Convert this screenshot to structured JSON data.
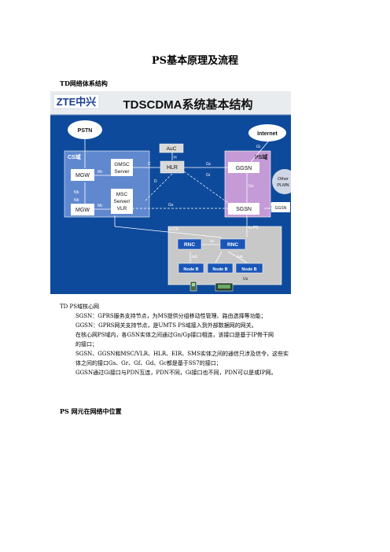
{
  "doc": {
    "title": "PS基本原理及流程",
    "section1": "TD网络体系结构",
    "section2": "PS 网元在网络中位置"
  },
  "figure": {
    "logo": "ZTE中兴",
    "title": "TDSCDMA系统基本结构",
    "nodes": {
      "pstn": "PSTN",
      "internet": "Internet",
      "cs_domain": "CS域",
      "ps_domain": "PS域",
      "gmsc_1": "GMSC",
      "gmsc_2": "Server",
      "mgw_top": "MGW",
      "mgw_bottom": "MGW",
      "msc_1": "MSC",
      "msc_2": "Server/",
      "msc_3": "VLR",
      "auc": "AuC",
      "hlr": "HLR",
      "ggsn": "GGSN",
      "sgsn": "SGSN",
      "other_1": "Other",
      "other_2": "PLMN",
      "ggsn_other": "GGSN",
      "rnc_left": "RNC",
      "rnc_right": "RNC",
      "nodeb_1": "Node B",
      "nodeb_2": "Node B",
      "nodeb_3": "Node B"
    },
    "interfaces": {
      "mc_top": "Mc",
      "mc_bottom": "Mc",
      "nb_top": "Nb",
      "nb_bottom": "Nb",
      "c": "C",
      "d": "D",
      "h": "H",
      "gc": "Gc",
      "gr": "Gr",
      "gi": "Gi",
      "gn": "Gn",
      "gp": "Gp",
      "gs": "Gs",
      "iu_cs": "Iu-CS",
      "iu_ps": "Iu-PS",
      "iur": "Iur",
      "iub_left": "Iub",
      "iub_right": "Iub",
      "uu": "Uu"
    }
  },
  "notes": {
    "heading": "TD PS域核心网",
    "line1": "SGSN：GPRS服务支持节点，为MS提供分组移动性管理、路由选择等功能；",
    "line2": "GGSN：GPRS网关支持节点，是UMTS PS域接入到外部数据网的网关。",
    "line3": "在核心网PS域内，各GSN实体之间通过Gn/Gp接口相连，该接口是基于IP骨干网",
    "line4": "的接口；",
    "line5": "SGSN、GGSN和MSC/VLR、HLR、EIR、SMS实体之间的通信只涉及信令，这些实",
    "line6": "体之间的接口Gs、Gr、Gf、Gd、Gc都是基于SS7的接口；",
    "line7": "GGSN通过Gi接口与PDN互连，PDN不同，Gi接口也不同，PDN可以是或IP网。"
  },
  "colors": {
    "figure_bg": "#0e4a9b",
    "figure_header": "#e9ecef",
    "cs_box": "#5f88cf",
    "ps_box": "#c59bd7",
    "ran_box": "#c8c8c8",
    "logo_blue": "#1a3f8f",
    "node_blue": "#1a56b8"
  }
}
